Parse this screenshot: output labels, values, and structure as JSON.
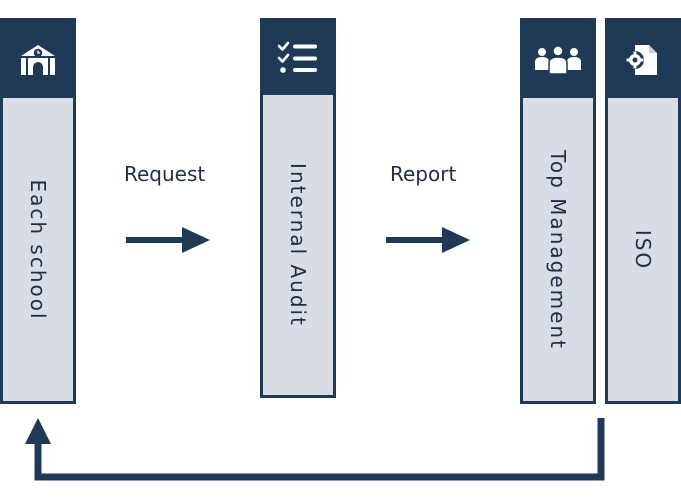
{
  "nodes": {
    "school": {
      "label": "Each school",
      "icon": "school-icon"
    },
    "audit": {
      "label": "Internal Audit",
      "icon": "checklist-icon"
    },
    "management": {
      "label": "Top Management",
      "icon": "team-icon"
    },
    "iso": {
      "label": "ISO",
      "icon": "certificate-gear-icon"
    }
  },
  "edges": {
    "request": {
      "label": "Request"
    },
    "report": {
      "label": "Report"
    },
    "feedback": {
      "label": ""
    }
  },
  "colors": {
    "accent": "#1e3a56",
    "panel": "#d8dde5",
    "text": "#1e2f45"
  }
}
